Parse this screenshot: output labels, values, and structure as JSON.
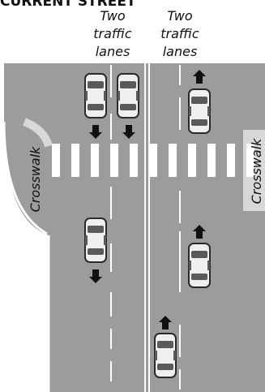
{
  "title": "CURRENT STREET",
  "left_lane_label": [
    "Two",
    "traffic",
    "lanes"
  ],
  "right_lane_label": [
    "Two",
    "traffic",
    "lanes"
  ],
  "crosswalk_left": "Crosswalk",
  "crosswalk_right": "Crosswalk",
  "colors": {
    "road": "#9c9c9c",
    "markings": "#ffffff",
    "car_body": "#efefef",
    "car_glass": "#5a5a5a",
    "arrow": "#111111"
  },
  "icons": [
    "car-icon",
    "arrow-up-icon",
    "arrow-down-icon"
  ]
}
